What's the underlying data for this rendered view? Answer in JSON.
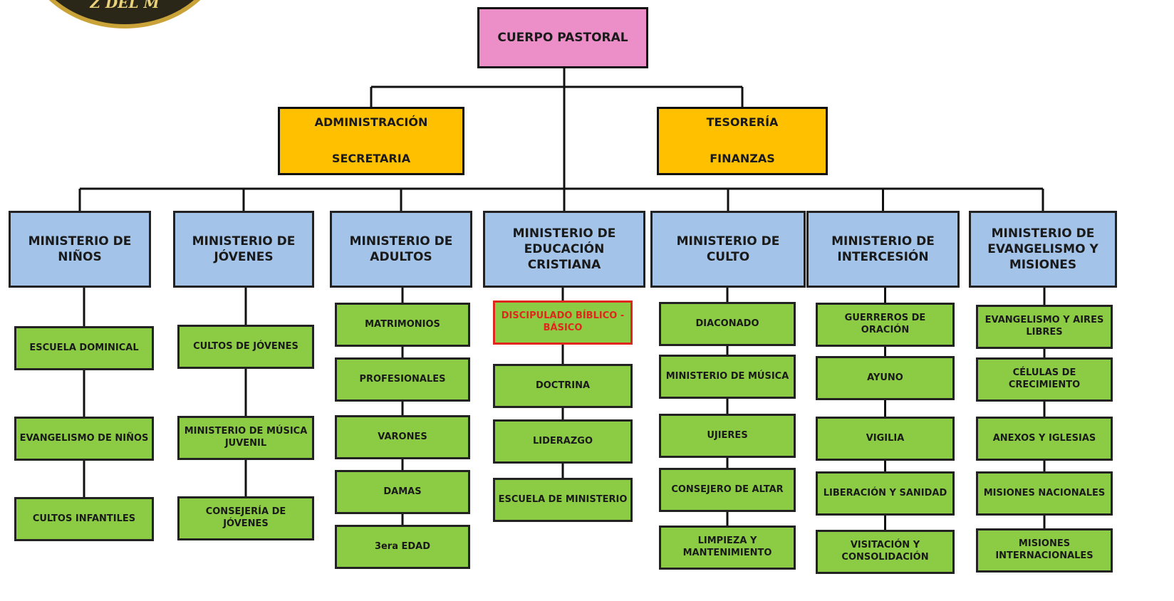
{
  "logo": {
    "text": "Z DEL M"
  },
  "top": {
    "label": "CUERPO PASTORAL"
  },
  "admin": {
    "line1": "ADMINISTRACIÓN",
    "line2": "SECRETARIA"
  },
  "tesoreria": {
    "line1": "TESORERÍA",
    "line2": "FINANZAS"
  },
  "ministries": [
    {
      "title": "MINISTERIO DE NIÑOS",
      "items": [
        "ESCUELA DOMINICAL",
        "EVANGELISMO DE NIÑOS",
        "CULTOS INFANTILES"
      ]
    },
    {
      "title": "MINISTERIO DE JÓVENES",
      "items": [
        "CULTOS DE JÓVENES",
        "MINISTERIO DE MÚSICA JUVENIL",
        "CONSEJERÍA DE JÓVENES"
      ]
    },
    {
      "title": "MINISTERIO DE ADULTOS",
      "items": [
        "MATRIMONIOS",
        "PROFESIONALES",
        "VARONES",
        "DAMAS",
        "3era EDAD"
      ]
    },
    {
      "title": "MINISTERIO DE EDUCACIÓN CRISTIANA",
      "items": [
        "DISCIPULADO BÍBLICO - BÁSICO",
        "DOCTRINA",
        "LIDERAZGO",
        "ESCUELA DE MINISTERIO"
      ]
    },
    {
      "title": "MINISTERIO DE CULTO",
      "items": [
        "DIACONADO",
        "MINISTERIO DE MÚSICA",
        "UJIERES",
        "CONSEJERO DE ALTAR",
        "LIMPIEZA Y MANTENIMIENTO"
      ]
    },
    {
      "title": "MINISTERIO DE INTERCESIÓN",
      "items": [
        "GUERREROS DE ORACIÓN",
        "AYUNO",
        "VIGILIA",
        "LIBERACIÓN Y SANIDAD",
        "VISITACIÓN Y CONSOLIDACIÓN"
      ]
    },
    {
      "title": "MINISTERIO DE EVANGELISMO Y MISIONES",
      "items": [
        "EVANGELISMO Y AIRES LIBRES",
        "CÉLULAS DE CRECIMIENTO",
        "ANEXOS Y IGLESIAS",
        "MISIONES NACIONALES",
        "MISIONES INTERNACIONALES"
      ]
    }
  ],
  "colors": {
    "pink": "#ec8fc9",
    "orange": "#ffc000",
    "blue": "#a3c4e8",
    "green": "#8ccc44",
    "highlight": "#e0271e"
  }
}
